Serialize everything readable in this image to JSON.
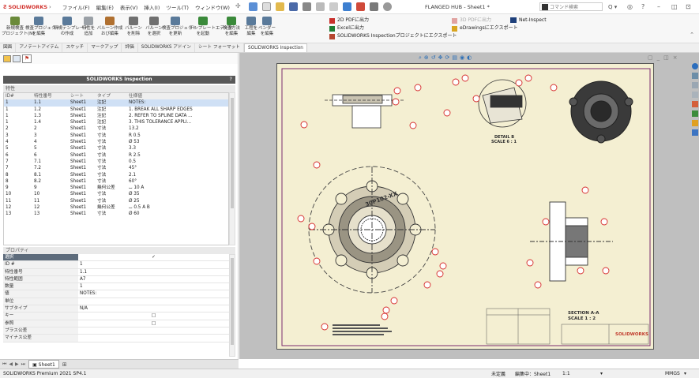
{
  "titlebar": {
    "brand": "SOLIDWORKS",
    "menus": [
      "ファイル(F)",
      "編集(E)",
      "表示(V)",
      "挿入(I)",
      "ツール(T)",
      "ウィンドウ(W)"
    ],
    "doc_title": "FLANGED HUB - Sheet1 *",
    "search_placeholder": "コマンド検索"
  },
  "ribbon": {
    "buttons": [
      {
        "label": "新規検査\nプロジェクト(N)",
        "color": "#6a8a3a"
      },
      {
        "label": "検査プロジェクト\nを編集",
        "color": "#5a7a9a"
      },
      {
        "label": "新規テンプレート\nの作成",
        "color": "#5a7a9a"
      },
      {
        "label": "特性を\n追加",
        "color": "#9aa0a6"
      },
      {
        "label": "バルーン作成\nおび編集",
        "color": "#b07030"
      },
      {
        "label": "バルーン\nを削除",
        "color": "#707070"
      },
      {
        "label": "バルーン\nを選択",
        "color": "#707070"
      },
      {
        "label": "検査プロジェクト\nを更新",
        "color": "#5a7a9a"
      },
      {
        "label": "テンプレートエディタ\nを起動",
        "color": "#3a8a3a"
      },
      {
        "label": "検査方法\nを編集",
        "color": "#3a8a3a"
      },
      {
        "label": "工程を\n編集",
        "color": "#5a7a9a"
      },
      {
        "label": "ベンダー\nを編集",
        "color": "#5a7a9a"
      }
    ],
    "export": [
      "2D PDFに出力",
      "Excelに出力",
      "SOLIDWORKS Inspectionプロジェクトにエクスポート"
    ],
    "export_right": [
      "3D PDFに出力",
      "eDrawingsにエクスポート"
    ],
    "net_inspect": "Net-Inspect"
  },
  "cmd_tabs": [
    "図面",
    "アノテートアイテム",
    "スケッチ",
    "マークアップ",
    "評価",
    "SOLIDWORKS アドイン",
    "シート フォーマット",
    "SOLIDWORKS Inspection"
  ],
  "panel": {
    "title": "SOLIDWORKS Inspection",
    "char_section": "特性",
    "columns": [
      "ID#",
      "特性番号",
      "シート",
      "タイプ",
      "仕様値"
    ],
    "rows": [
      [
        "1",
        "1.1",
        "Sheet1",
        "注記",
        "NOTES:"
      ],
      [
        "1",
        "1.2",
        "Sheet1",
        "注記",
        "1. BREAK ALL SHARP EDGES"
      ],
      [
        "1",
        "1.3",
        "Sheet1",
        "注記",
        "2. REFER TO SPLINE DATA ..."
      ],
      [
        "1",
        "1.4",
        "Sheet1",
        "注記",
        "3. THIS TOLERANCE APPLI..."
      ],
      [
        "2",
        "2",
        "Sheet1",
        "寸法",
        "13.2"
      ],
      [
        "3",
        "3",
        "Sheet1",
        "寸法",
        "R 0.5"
      ],
      [
        "4",
        "4",
        "Sheet1",
        "寸法",
        "Ø 53"
      ],
      [
        "5",
        "5",
        "Sheet1",
        "寸法",
        "3.3"
      ],
      [
        "6",
        "6",
        "Sheet1",
        "寸法",
        "R 2.5"
      ],
      [
        "7",
        "7.1",
        "Sheet1",
        "寸法",
        "0.5"
      ],
      [
        "7",
        "7.2",
        "Sheet1",
        "寸法",
        "45°"
      ],
      [
        "8",
        "8.1",
        "Sheet1",
        "寸法",
        "2.1"
      ],
      [
        "8",
        "8.2",
        "Sheet1",
        "寸法",
        "60°"
      ],
      [
        "9",
        "9",
        "Sheet1",
        "幾何公差",
        "⌴ 10 A"
      ],
      [
        "10",
        "10",
        "Sheet1",
        "寸法",
        "Ø 35"
      ],
      [
        "11",
        "11",
        "Sheet1",
        "寸法",
        "Ø 25"
      ],
      [
        "12",
        "12",
        "Sheet1",
        "幾何公差",
        "⌴ 0.5 A B"
      ],
      [
        "13",
        "13",
        "Sheet1",
        "寸法",
        "Ø 60"
      ]
    ],
    "prop_section": "プロパティ",
    "props": [
      [
        "選択",
        "✓"
      ],
      [
        "ID #",
        "1"
      ],
      [
        "特性番号",
        "1.1"
      ],
      [
        "特性範囲",
        "A7"
      ],
      [
        "数量",
        "1"
      ],
      [
        "値",
        "NOTES:"
      ],
      [
        "単位",
        ""
      ],
      [
        "サブタイプ",
        "N/A"
      ],
      [
        "キー",
        "□"
      ],
      [
        "参照",
        "□"
      ],
      [
        "プラス公差",
        ""
      ],
      [
        "マイナス公差",
        ""
      ]
    ]
  },
  "sheet_tab": "Sheet1",
  "status": {
    "left": "SOLIDWORKS Premium 2021 SP4.1",
    "undef": "未定義",
    "editing": "編集中：Sheet1",
    "scale": "1:1",
    "units": "MMGS"
  },
  "drawing": {
    "detail_label": "DETAIL B",
    "detail_scale": "SCALE 6 : 1",
    "section_label": "SECTION A-A",
    "section_scale": "SCALE 1 : 2",
    "part_text": "30P102-XX",
    "logo": "SOLIDWORKS"
  }
}
